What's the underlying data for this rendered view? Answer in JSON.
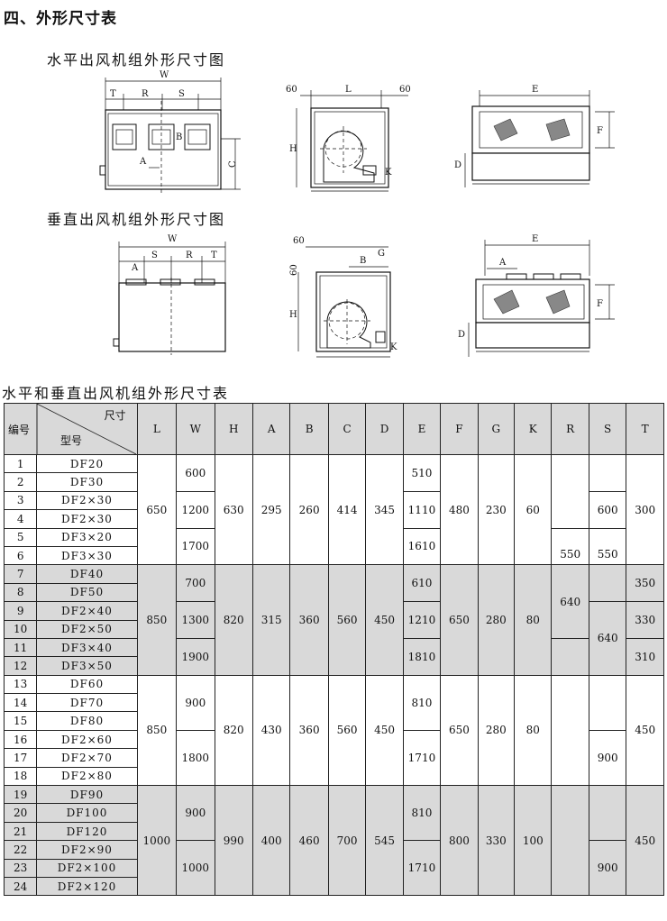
{
  "section_title": "四、外形尺寸表",
  "captions": {
    "horizontal_drawing": "水平出风机组外形尺寸图",
    "vertical_drawing": "垂直出风机组外形尺寸图",
    "table_title": "水平和垂直出风机组外形尺寸表"
  },
  "drawing_labels": {
    "h_front": {
      "W": "W",
      "T": "T",
      "R": "R",
      "S": "S",
      "B": "B",
      "A": "A",
      "C": "C"
    },
    "h_side": {
      "n60a": "60",
      "L": "L",
      "n60b": "60",
      "H": "H",
      "K": "K"
    },
    "h_top": {
      "E": "E",
      "F": "F",
      "D": "D"
    },
    "v_front": {
      "W": "W",
      "A": "A",
      "S": "S",
      "R": "R",
      "T": "T"
    },
    "v_side": {
      "n60a": "60",
      "n60b": "60",
      "B": "B",
      "G": "G",
      "H": "H",
      "K": "K"
    },
    "v_top": {
      "E": "E",
      "A": "A",
      "F": "F",
      "D": "D"
    }
  },
  "table": {
    "header": {
      "no": "编号",
      "dim": "尺寸",
      "model": "型号",
      "cols": [
        "L",
        "W",
        "H",
        "A",
        "B",
        "C",
        "D",
        "E",
        "F",
        "G",
        "K",
        "R",
        "S",
        "T"
      ]
    },
    "models": [
      "DF20",
      "DF30",
      "DF2×30",
      "DF2×30",
      "DF3×20",
      "DF3×30",
      "DF40",
      "DF50",
      "DF2×40",
      "DF2×50",
      "DF3×40",
      "DF3×50",
      "DF60",
      "DF70",
      "DF80",
      "DF2×60",
      "DF2×70",
      "DF2×80",
      "DF90",
      "DF100",
      "DF120",
      "DF2×90",
      "DF2×100",
      "DF2×120"
    ],
    "nos": [
      "1",
      "2",
      "3",
      "4",
      "5",
      "6",
      "7",
      "8",
      "9",
      "10",
      "11",
      "12",
      "13",
      "14",
      "15",
      "16",
      "17",
      "18",
      "19",
      "20",
      "21",
      "22",
      "23",
      "24"
    ],
    "group1": {
      "L": "650",
      "W": [
        "600",
        "1200",
        "1700"
      ],
      "H": "630",
      "A": "295",
      "B": "260",
      "C": "414",
      "D": "345",
      "E": [
        "510",
        "1110",
        "1610"
      ],
      "F": "480",
      "G": "230",
      "K": "60",
      "R": "550",
      "S": [
        "600",
        "550"
      ],
      "T": "300"
    },
    "group2": {
      "L": "850",
      "W": [
        "700",
        "1300",
        "1900"
      ],
      "H": "820",
      "A": "315",
      "B": "360",
      "C": "560",
      "D": "450",
      "E": [
        "610",
        "1210",
        "1810"
      ],
      "F": "650",
      "G": "280",
      "K": "80",
      "R": "640",
      "S": "640",
      "T": [
        "350",
        "330",
        "310"
      ]
    },
    "group3": {
      "L": "850",
      "W": [
        "900",
        "1800"
      ],
      "H": "820",
      "A": "430",
      "B": "360",
      "C": "560",
      "D": "450",
      "E": [
        "810",
        "1710"
      ],
      "F": "650",
      "G": "280",
      "K": "80",
      "S": "900",
      "T": "450"
    },
    "group4": {
      "L": "1000",
      "W": [
        "900",
        "1000"
      ],
      "H": "990",
      "A": "400",
      "B": "460",
      "C": "700",
      "D": "545",
      "E": [
        "810",
        "1710"
      ],
      "F": "800",
      "G": "330",
      "K": "100",
      "S": "900",
      "T": "450"
    }
  }
}
